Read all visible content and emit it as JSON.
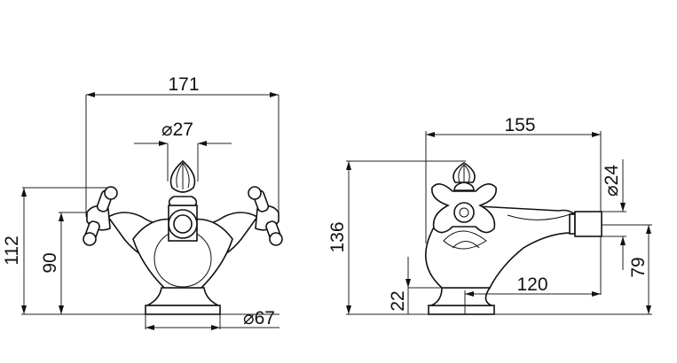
{
  "front_view": {
    "width_label": "171",
    "spout_diameter_label": "⌀27",
    "total_height_label": "112",
    "handle_height_label": "90",
    "base_diameter_label": "⌀67"
  },
  "side_view": {
    "depth_label": "155",
    "total_height_label": "136",
    "outlet_diameter_label": "⌀24",
    "outlet_height_label": "79",
    "base_height_label": "22",
    "reach_label": "120"
  }
}
